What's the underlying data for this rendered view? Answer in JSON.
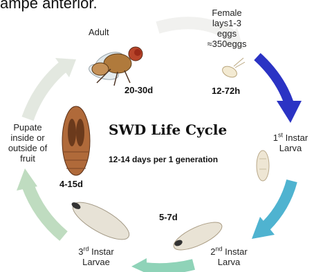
{
  "header": {
    "top_text": "ampe anterior."
  },
  "center": {
    "title": "SWD Life Cycle",
    "subtitle": "12-14 days per 1 generation"
  },
  "stages": {
    "egg": {
      "label_1": "Female",
      "label_2": "lays1-3",
      "label_3": "eggs",
      "label_4": "≈350eggs",
      "duration": "12-72h"
    },
    "larva1": {
      "num": "1",
      "ordinal": "st",
      "word_1": "Instar",
      "word_2": "Larva"
    },
    "larva2": {
      "num": "2",
      "ordinal": "nd",
      "word_1": "Instar",
      "word_2": "Larva",
      "duration": "5-7d"
    },
    "larva3": {
      "num": "3",
      "ordinal": "rd",
      "word_1": "Instar",
      "word_2": "Larvae"
    },
    "pupa": {
      "label_1": "Pupate",
      "label_2": "inside or",
      "label_3": "outside of",
      "label_4": "fruit",
      "duration": "4-15d"
    },
    "adult": {
      "label": "Adult",
      "duration": "20-30d"
    }
  },
  "colors": {
    "arrow_egg_to_larva": "#2b33c4",
    "arrow_larva1_to_larva2": "#4fb3d0",
    "arrow_larva2_to_larva3": "#8fd3b8",
    "arrow_larva3_to_pupa": "#bfdcc0",
    "arrow_pupa_to_adult": "#e3e8e0",
    "arrow_adult_to_egg": "#f1f1ef"
  }
}
